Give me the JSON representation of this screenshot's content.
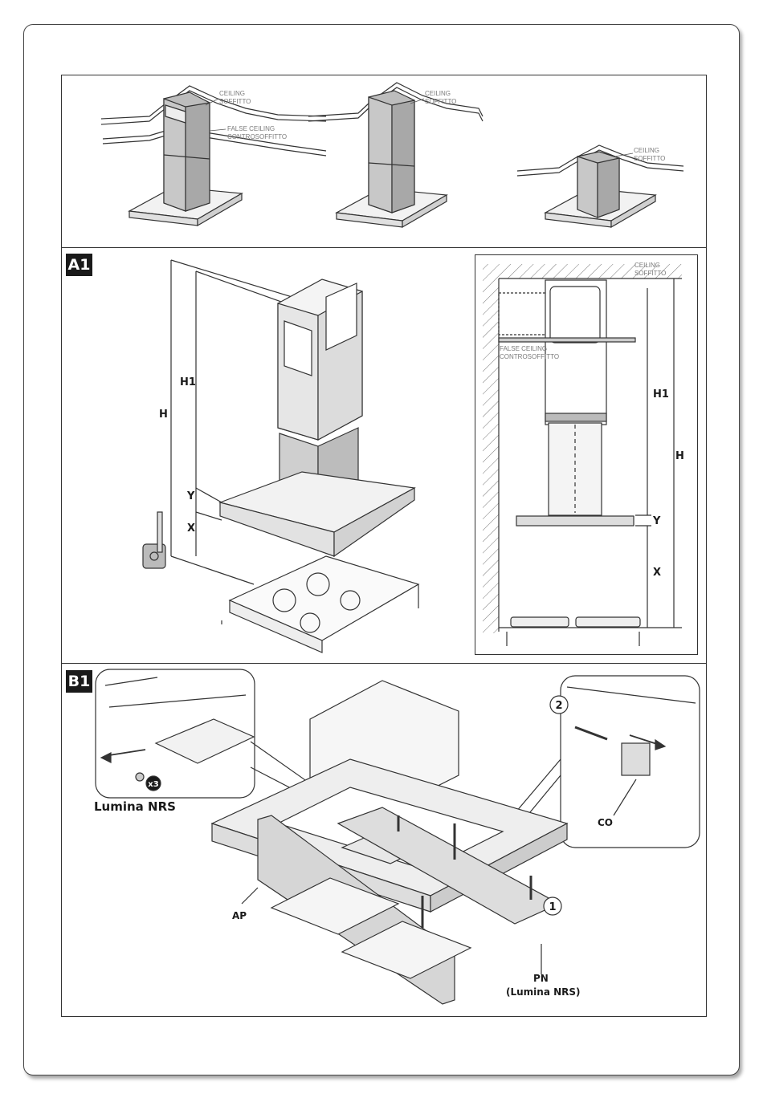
{
  "top_panel": {
    "figure1": {
      "ceiling": "CEILING",
      "ceiling_it": "SOFFITTO",
      "false_ceiling": "FALSE CEILING",
      "false_ceiling_it": "CONTROSOFFITTO"
    },
    "figure2": {
      "ceiling": "CEILING",
      "ceiling_it": "SOFFITTO"
    },
    "figure3": {
      "ceiling": "CEILING",
      "ceiling_it": "SOFFITTO"
    }
  },
  "section_a1": {
    "label": "A1",
    "dims": {
      "h1": "H1",
      "h": "H",
      "y": "Y",
      "x": "X"
    },
    "inset": {
      "ceiling": "CEILING",
      "ceiling_it": "SOFFITTO",
      "false_ceiling": "FALSE CEILING",
      "false_ceiling_it": "CONTROSOFFITTO",
      "dims": {
        "h1": "H1",
        "h": "H",
        "y": "Y",
        "x": "X"
      }
    }
  },
  "section_b1": {
    "label": "B1",
    "model_label": "Lumina NRS",
    "screw_count": "x3",
    "parts": {
      "ap": "AP",
      "pn": "PN",
      "pn_model": "(Lumina NRS)",
      "co": "CO"
    },
    "steps": {
      "step1": "1",
      "step2": "2"
    }
  }
}
